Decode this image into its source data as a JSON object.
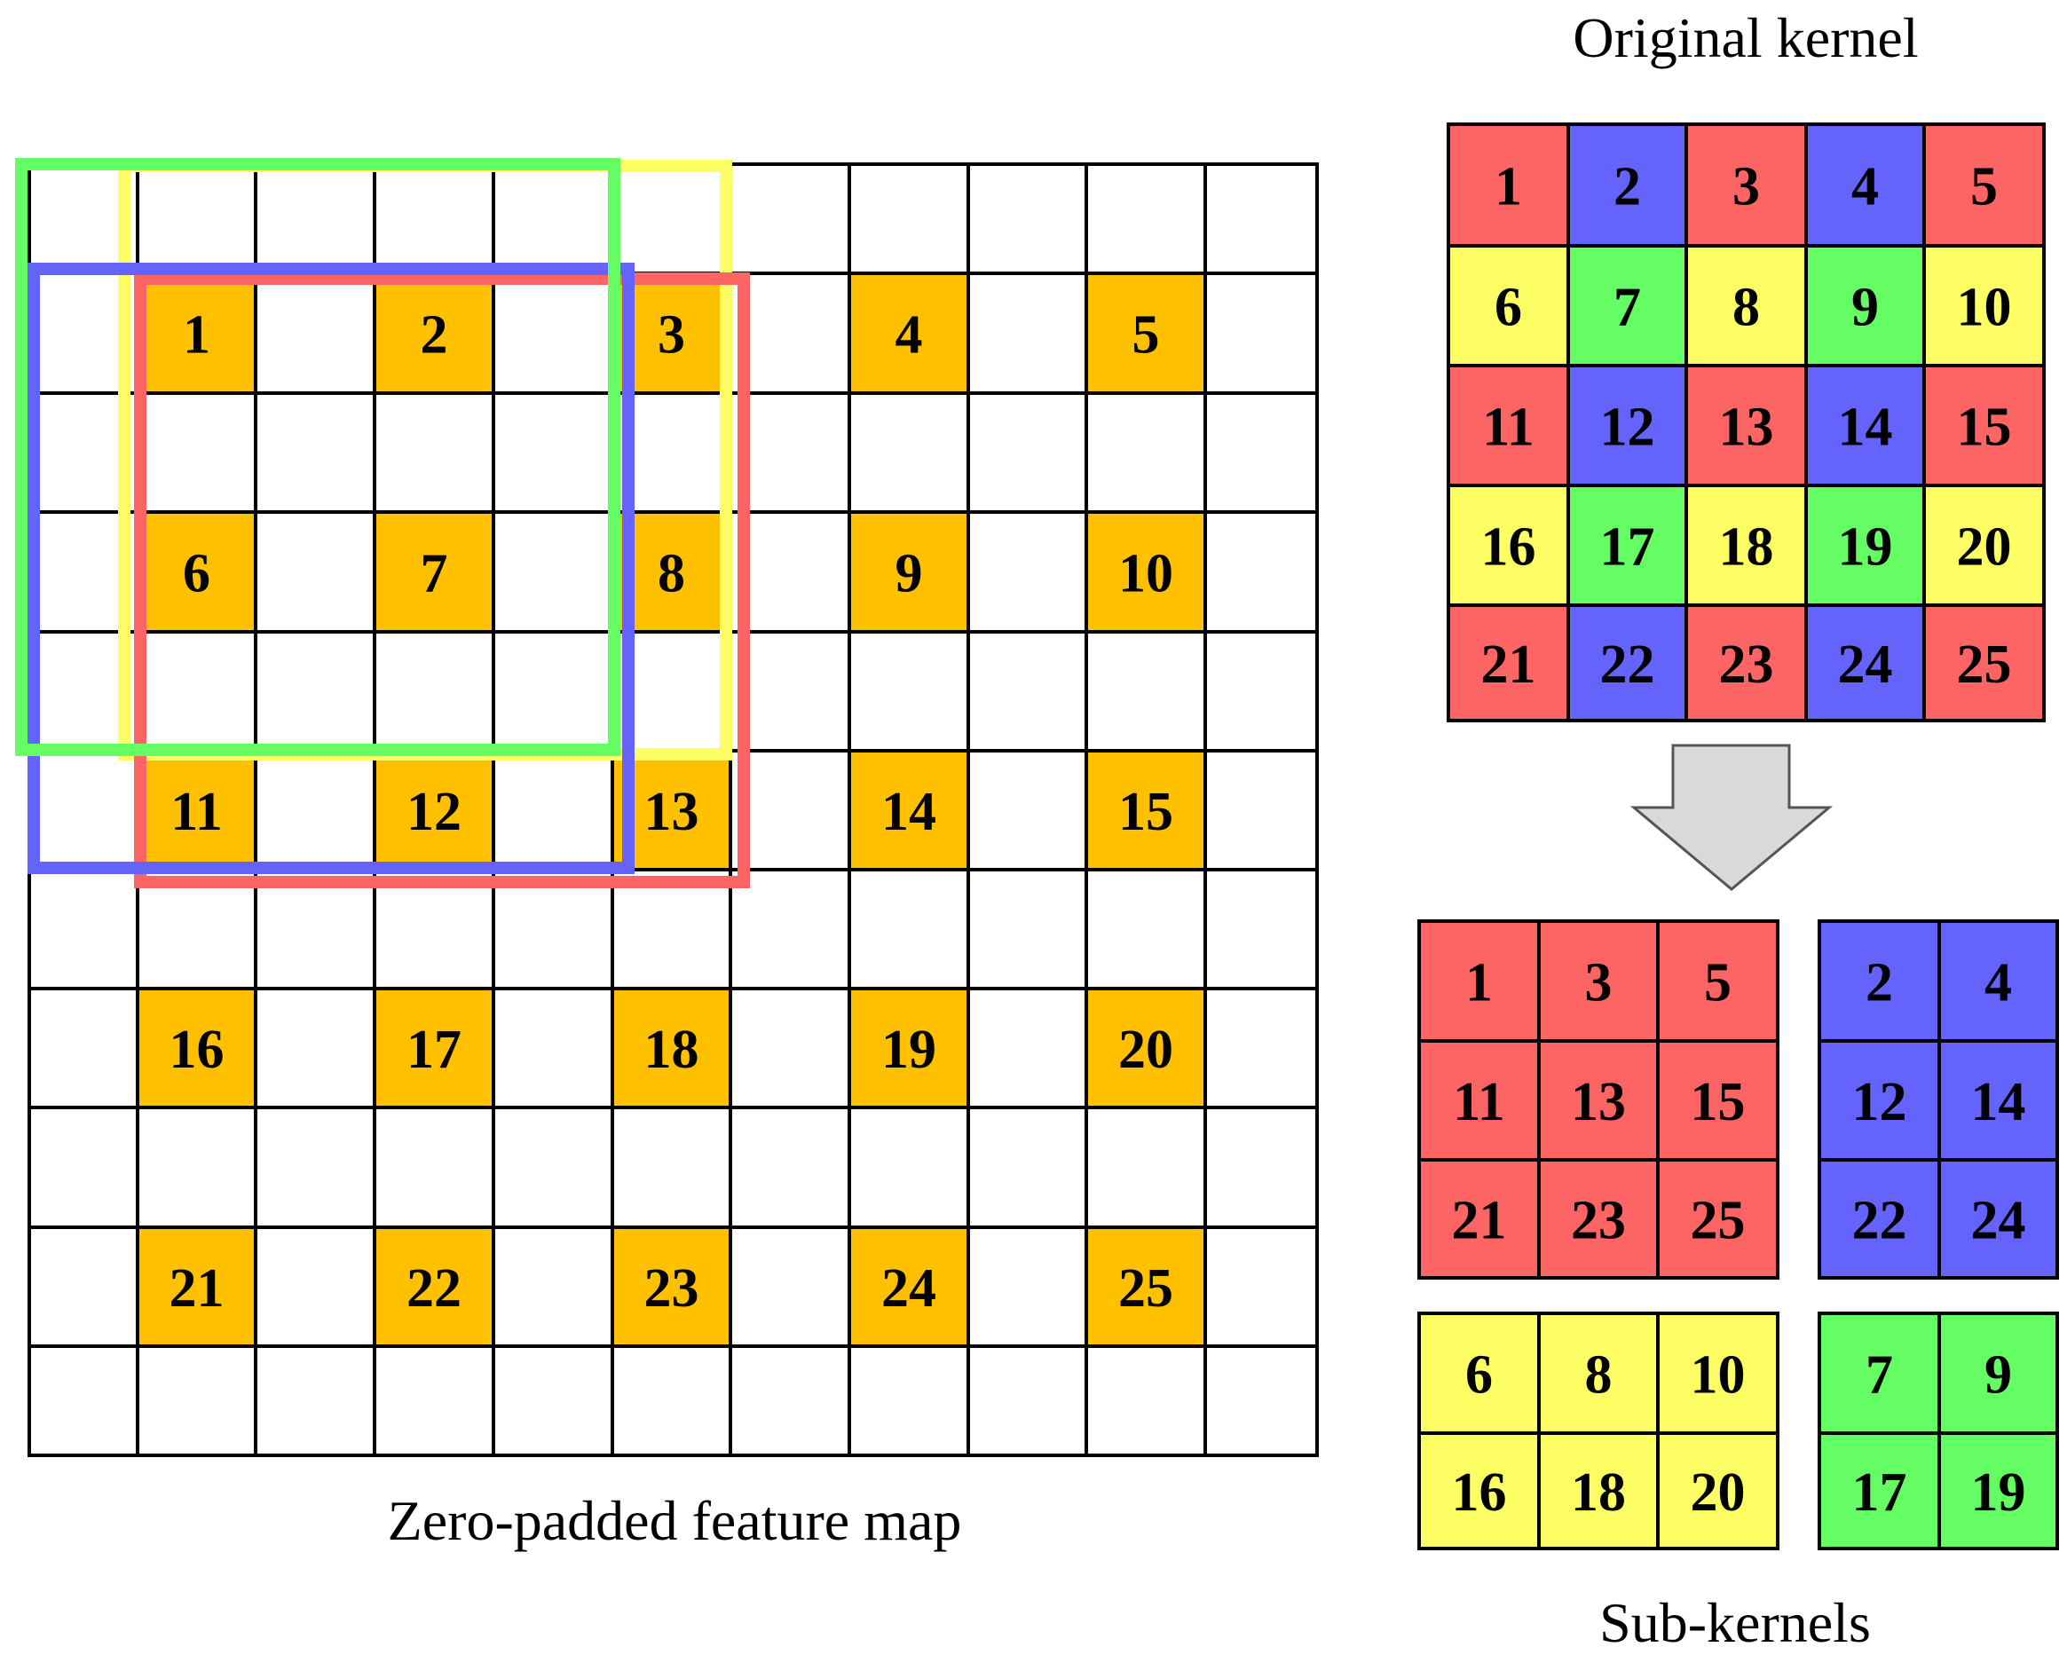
{
  "captions": {
    "original_kernel": "Original kernel",
    "feature_map": "Zero-padded feature map",
    "sub_kernels": "Sub-kernels"
  },
  "colors": {
    "red": "#fd6464",
    "blue": "#6464fd",
    "yellow": "#fdfd64",
    "green": "#64fd64",
    "orange": "#ffc000",
    "arrow": "#d9d9d9"
  },
  "feature_map": {
    "rows": 11,
    "cols": 11,
    "values": [
      [
        "1",
        "2",
        "3",
        "4",
        "5"
      ],
      [
        "6",
        "7",
        "8",
        "9",
        "10"
      ],
      [
        "11",
        "12",
        "13",
        "14",
        "15"
      ],
      [
        "16",
        "17",
        "18",
        "19",
        "20"
      ],
      [
        "21",
        "22",
        "23",
        "24",
        "25"
      ]
    ]
  },
  "original_kernel": {
    "values": [
      [
        "1",
        "2",
        "3",
        "4",
        "5"
      ],
      [
        "6",
        "7",
        "8",
        "9",
        "10"
      ],
      [
        "11",
        "12",
        "13",
        "14",
        "15"
      ],
      [
        "16",
        "17",
        "18",
        "19",
        "20"
      ],
      [
        "21",
        "22",
        "23",
        "24",
        "25"
      ]
    ],
    "color_pattern": [
      [
        "red",
        "blue",
        "red",
        "blue",
        "red"
      ],
      [
        "yellow",
        "green",
        "yellow",
        "green",
        "yellow"
      ],
      [
        "red",
        "blue",
        "red",
        "blue",
        "red"
      ],
      [
        "yellow",
        "green",
        "yellow",
        "green",
        "yellow"
      ],
      [
        "red",
        "blue",
        "red",
        "blue",
        "red"
      ]
    ]
  },
  "sub_kernels": [
    {
      "color": "red",
      "values": [
        [
          "1",
          "3",
          "5"
        ],
        [
          "11",
          "13",
          "15"
        ],
        [
          "21",
          "23",
          "25"
        ]
      ]
    },
    {
      "color": "blue",
      "values": [
        [
          "2",
          "4"
        ],
        [
          "12",
          "14"
        ],
        [
          "22",
          "24"
        ]
      ]
    },
    {
      "color": "yellow",
      "values": [
        [
          "6",
          "8",
          "10"
        ],
        [
          "16",
          "18",
          "20"
        ]
      ]
    },
    {
      "color": "green",
      "values": [
        [
          "7",
          "9"
        ],
        [
          "17",
          "19"
        ]
      ]
    }
  ]
}
